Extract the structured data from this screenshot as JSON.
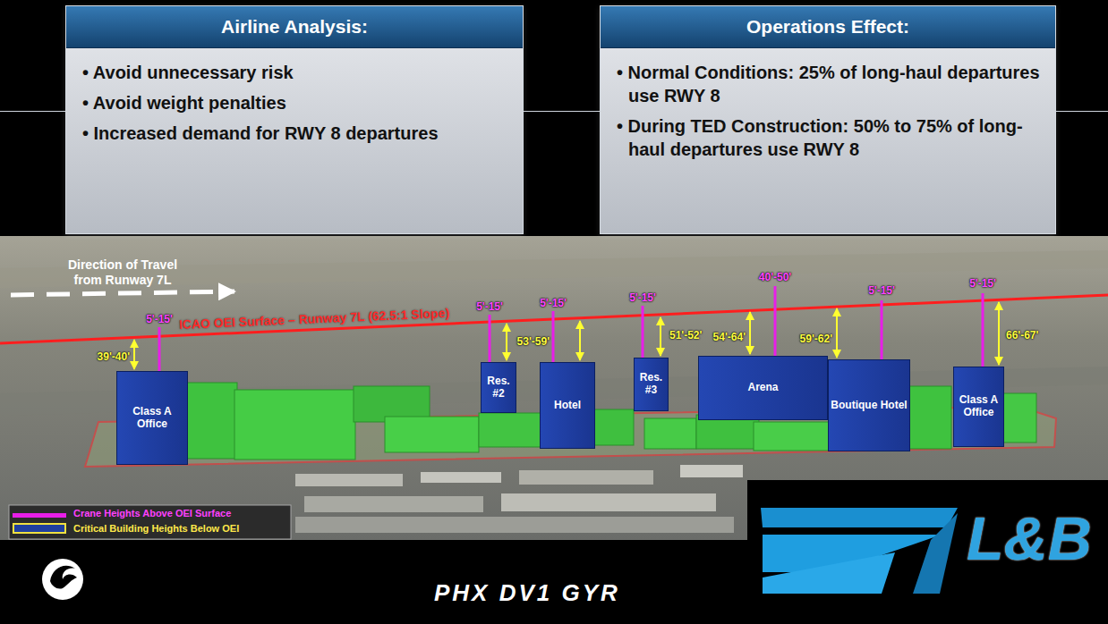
{
  "diagram": {
    "nodes": [
      {
        "text": [
          "Airline Analysis:",
          "• Avoid unnecessary risk",
          "• Avoid weight penalties",
          "• Increased demand for RWY 8 departures"
        ]
      },
      {
        "text": [
          "Operations Effect:",
          "• Normal Conditions: 25% of long-haul departures use RWY 8",
          "• During TED Construction: 50% to 75% of long-haul departures use RWY 8"
        ]
      },
      {
        "text": [
          "Class A Office"
        ]
      },
      {
        "text": [
          "Res. #2"
        ]
      },
      {
        "text": [
          "Hotel"
        ]
      },
      {
        "text": [
          "Res. #3"
        ]
      },
      {
        "text": [
          "Arena"
        ]
      },
      {
        "text": [
          "Boutique Hotel"
        ]
      },
      {
        "text": [
          "Class A Office"
        ]
      }
    ],
    "labels": [
      "Direction of Travel from Runway 7L",
      "ICAO OEI Surface – Runway 7L (62.5:1 Slope)",
      "5'-15'",
      "39'-40'",
      "5'-15'",
      "5'-15'",
      "53'-59'",
      "5'-15'",
      "51'-52'",
      "40'-50'",
      "54'-64'",
      "5'-15'",
      "59'-62'",
      "5'-15'",
      "66'-67'",
      "PHX DV1 GYR",
      "L&B"
    ],
    "legend": [
      {
        "text": "Crane Heights Above OEI Surface",
        "color": "#e81ee8"
      },
      {
        "text": "Critical Building Heights Below OEI",
        "color": "#1f3f9f"
      }
    ]
  }
}
